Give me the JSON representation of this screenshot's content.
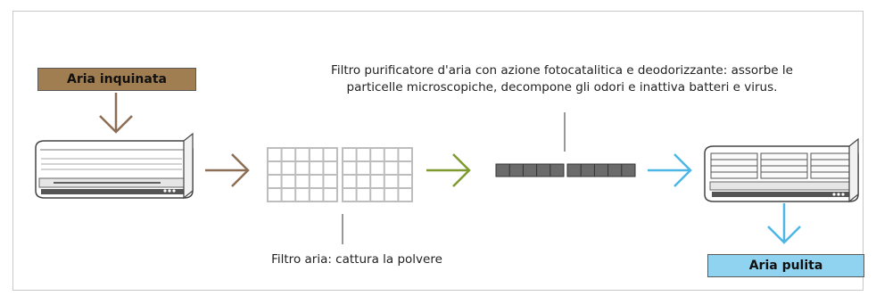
{
  "labels": {
    "polluted_air": "Aria inquinata",
    "clean_air": "Aria pulita"
  },
  "captions": {
    "photocatalytic_filter_line1": "Filtro purificatore d'aria con azione fotocatalitica e deodorizzante: assorbe le",
    "photocatalytic_filter_line2": "particelle microscopiche, decompone gli odori e inattiva batteri e virus.",
    "air_filter": "Filtro aria: cattura la polvere"
  },
  "colors": {
    "polluted_arrow": "#8b6e55",
    "filter_arrow": "#7f9a2e",
    "clean_arrow": "#4cb6e6",
    "polluted_box": "#a07e52",
    "clean_box": "#8fd3f1"
  }
}
